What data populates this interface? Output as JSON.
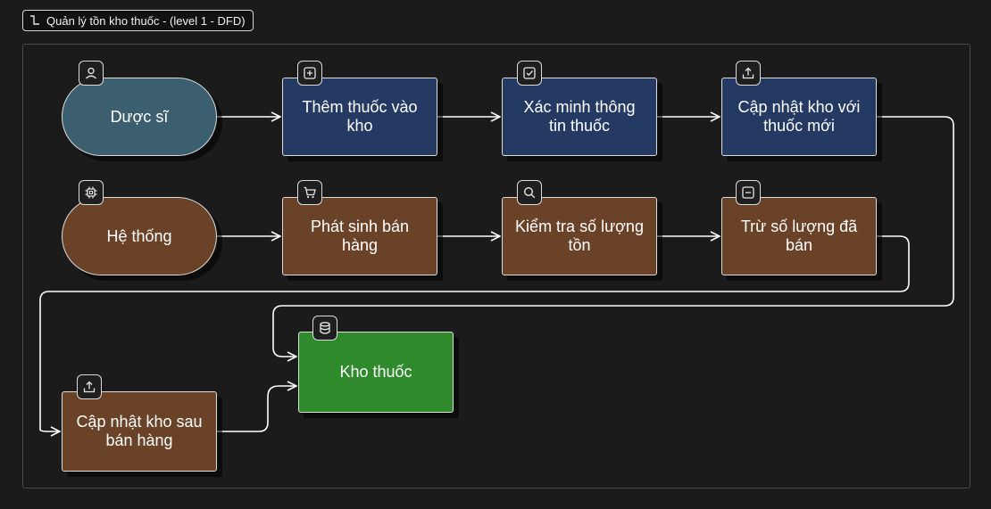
{
  "diagram": {
    "title": "Quản lý tồn kho thuốc - (level 1 - DFD)",
    "title_icon": "subprocess-icon",
    "colors": {
      "actor_pharmacist": "#3b5f6e",
      "process_blue": "#243a63",
      "process_brown": "#6a4228",
      "actor_system": "#6a4228",
      "datastore": "#2f8a2c",
      "edge": "#ffffff",
      "background": "#1b1b1b"
    },
    "nodes": [
      {
        "id": "duoc-si",
        "label": "Dược sĩ",
        "shape": "pill",
        "color": "#3b5f6e",
        "icon": "user-icon"
      },
      {
        "id": "them-thuoc",
        "label": "Thêm thuốc vào kho",
        "shape": "rect",
        "color": "#243a63",
        "icon": "plus-square-icon"
      },
      {
        "id": "xac-minh",
        "label": "Xác minh thông tin thuốc",
        "shape": "rect",
        "color": "#243a63",
        "icon": "check-square-icon"
      },
      {
        "id": "cap-nhat-moi",
        "label": "Cập nhật kho với thuốc mới",
        "shape": "rect",
        "color": "#243a63",
        "icon": "upload-icon"
      },
      {
        "id": "he-thong",
        "label": "Hệ thống",
        "shape": "pill",
        "color": "#6a4228",
        "icon": "cpu-icon"
      },
      {
        "id": "phat-sinh",
        "label": "Phát sinh bán hàng",
        "shape": "rect",
        "color": "#6a4228",
        "icon": "cart-icon"
      },
      {
        "id": "kiem-tra",
        "label": "Kiểm tra số lượng tồn",
        "shape": "rect",
        "color": "#6a4228",
        "icon": "search-icon"
      },
      {
        "id": "tru-so-luong",
        "label": "Trừ số lượng đã bán",
        "shape": "rect",
        "color": "#6a4228",
        "icon": "minus-square-icon"
      },
      {
        "id": "cap-nhat-sau-ban",
        "label": "Cập nhật kho sau bán hàng",
        "shape": "rect",
        "color": "#6a4228",
        "icon": "upload-icon"
      },
      {
        "id": "kho-thuoc",
        "label": "Kho thuốc",
        "shape": "rect",
        "color": "#2f8a2c",
        "icon": "database-icon"
      }
    ],
    "edges": [
      {
        "from": "duoc-si",
        "to": "them-thuoc"
      },
      {
        "from": "them-thuoc",
        "to": "xac-minh"
      },
      {
        "from": "xac-minh",
        "to": "cap-nhat-moi"
      },
      {
        "from": "cap-nhat-moi",
        "to": "kho-thuoc"
      },
      {
        "from": "he-thong",
        "to": "phat-sinh"
      },
      {
        "from": "phat-sinh",
        "to": "kiem-tra"
      },
      {
        "from": "kiem-tra",
        "to": "tru-so-luong"
      },
      {
        "from": "tru-so-luong",
        "to": "cap-nhat-sau-ban"
      },
      {
        "from": "cap-nhat-sau-ban",
        "to": "kho-thuoc"
      }
    ]
  }
}
